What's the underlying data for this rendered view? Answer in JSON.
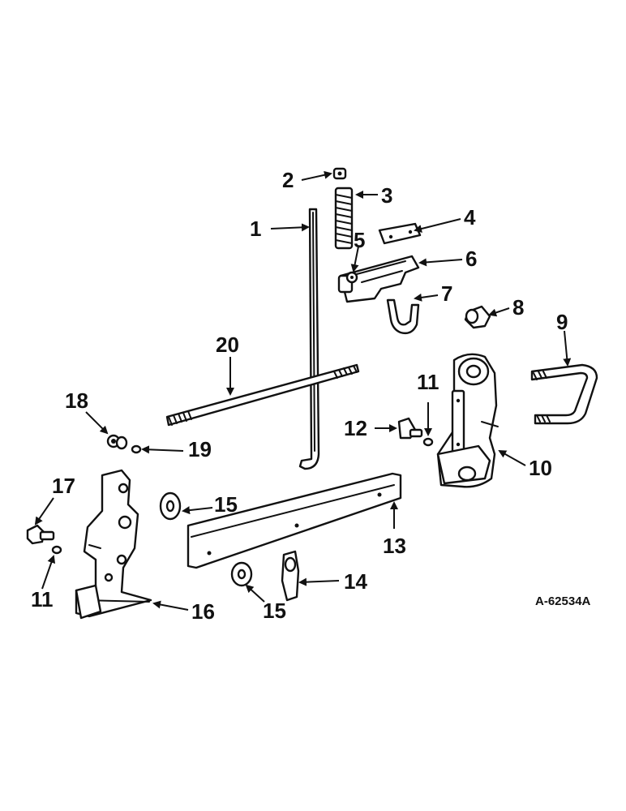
{
  "diagram": {
    "drawing_ref": "A-62534A",
    "callouts": [
      {
        "id": "c1",
        "label": "1"
      },
      {
        "id": "c2",
        "label": "2"
      },
      {
        "id": "c3",
        "label": "3"
      },
      {
        "id": "c4",
        "label": "4"
      },
      {
        "id": "c5",
        "label": "5"
      },
      {
        "id": "c6",
        "label": "6"
      },
      {
        "id": "c7",
        "label": "7"
      },
      {
        "id": "c8",
        "label": "8"
      },
      {
        "id": "c9",
        "label": "9"
      },
      {
        "id": "c10",
        "label": "10"
      },
      {
        "id": "c11a",
        "label": "11"
      },
      {
        "id": "c12",
        "label": "12"
      },
      {
        "id": "c13",
        "label": "13"
      },
      {
        "id": "c14",
        "label": "14"
      },
      {
        "id": "c15a",
        "label": "15"
      },
      {
        "id": "c15b",
        "label": "15"
      },
      {
        "id": "c16",
        "label": "16"
      },
      {
        "id": "c17",
        "label": "17"
      },
      {
        "id": "c11b",
        "label": "11"
      },
      {
        "id": "c18",
        "label": "18"
      },
      {
        "id": "c19",
        "label": "19"
      },
      {
        "id": "c20",
        "label": "20"
      }
    ]
  }
}
